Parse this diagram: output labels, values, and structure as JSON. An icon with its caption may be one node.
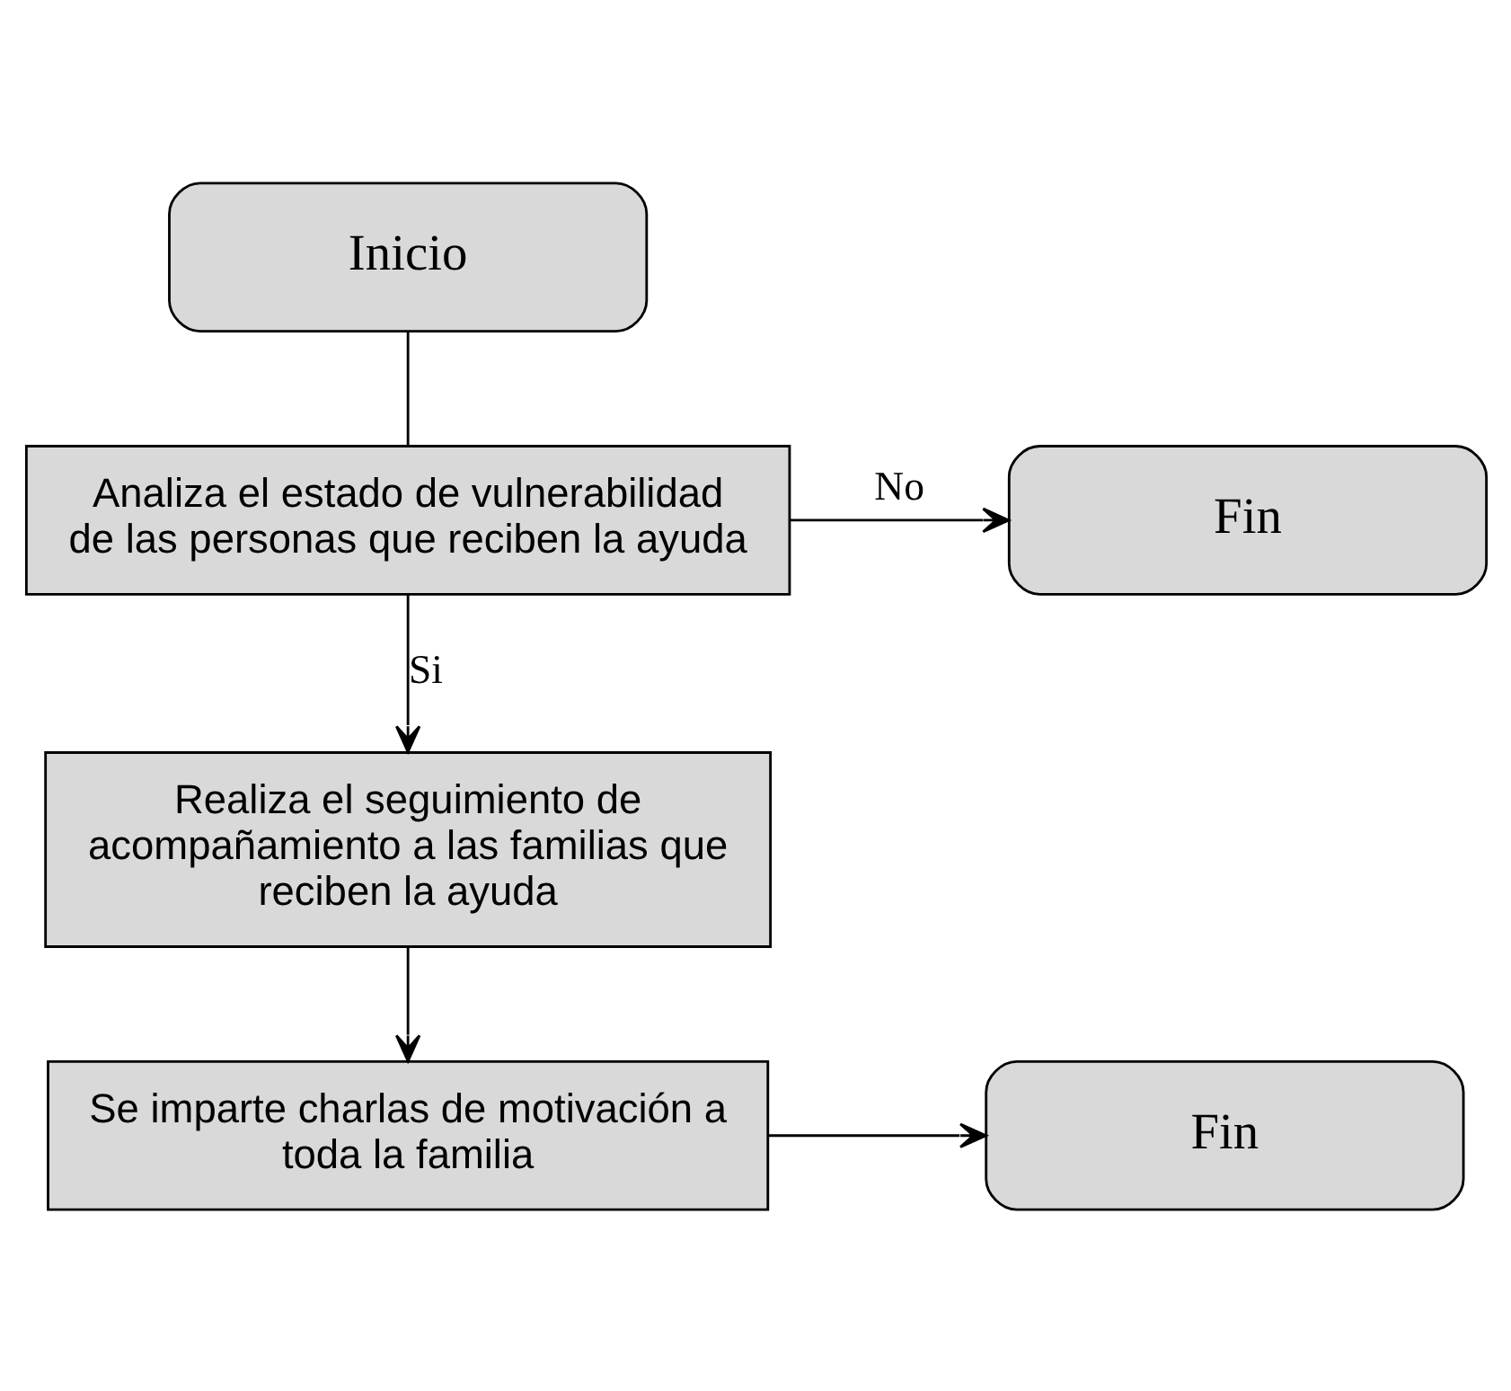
{
  "diagram": {
    "nodes": [
      {
        "text": [
          "Inicio"
        ]
      },
      {
        "text": [
          "Analiza el estado de vulnerabilidad de las personas que reciben la ayuda"
        ]
      },
      {
        "text": [
          "Fin"
        ]
      },
      {
        "text": [
          "Realiza el seguimiento de acompañamiento a las familias que reciben la ayuda"
        ]
      },
      {
        "text": [
          "Se imparte charlas de motivación a toda la familia"
        ]
      },
      {
        "text": [
          "Fin"
        ]
      }
    ],
    "edges": [
      {
        "from": 0,
        "to": 1,
        "arrow": "none"
      },
      {
        "from": 1,
        "to": 2,
        "arrow": "to",
        "label": "No"
      },
      {
        "from": 1,
        "to": 3,
        "arrow": "to",
        "label": "Si"
      },
      {
        "from": 3,
        "to": 4,
        "arrow": "to"
      },
      {
        "from": 4,
        "to": 5,
        "arrow": "to"
      }
    ]
  }
}
